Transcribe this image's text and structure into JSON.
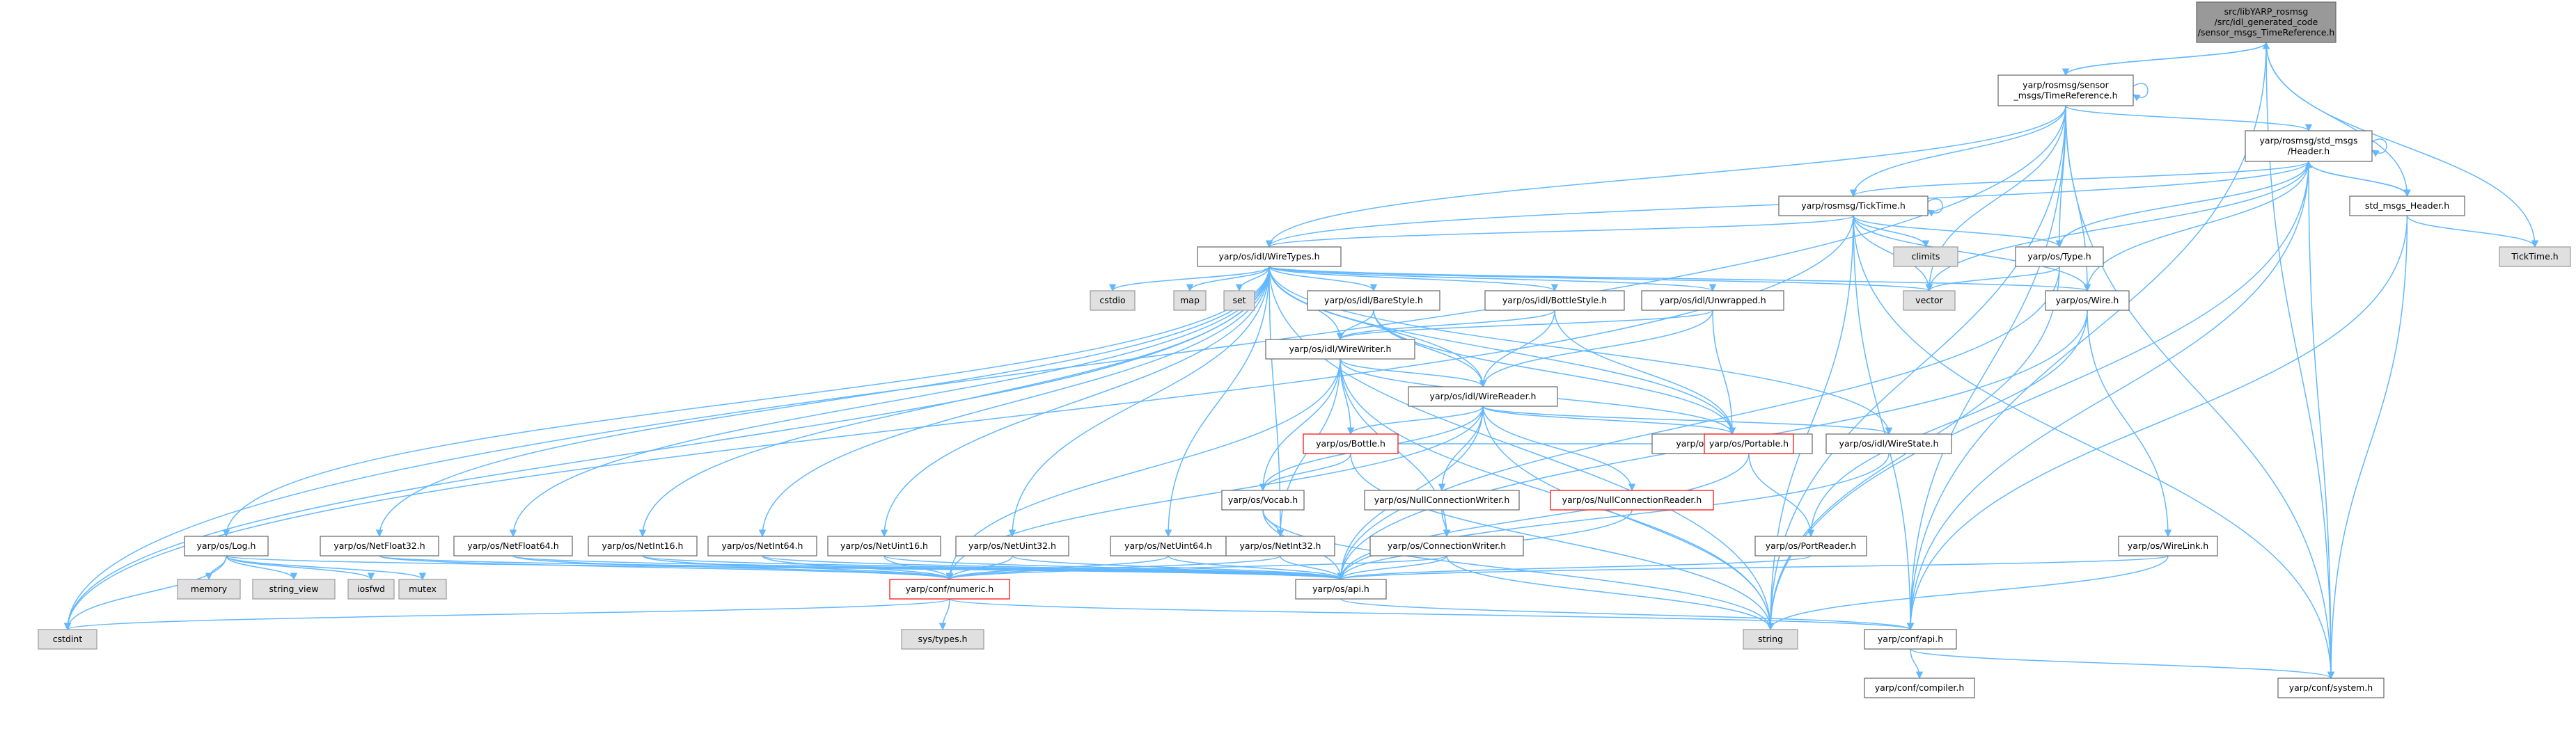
{
  "colors": {
    "edge": "#63b8ff",
    "node_fill": "#ffffff",
    "node_border": "#666666",
    "root_fill": "#999999",
    "root_border": "#666666",
    "system_fill": "#e0e0e0",
    "system_border": "#999999",
    "highlight_border": "#ff0000"
  },
  "nodes": [
    {
      "id": "root",
      "lines": [
        "src/libYARP_rosmsg",
        "/src/idl_generated_code",
        "/sensor_msgs_TimeReference.h"
      ],
      "kind": "root"
    },
    {
      "id": "timeref",
      "lines": [
        "yarp/rosmsg/sensor",
        "_msgs/TimeReference.h"
      ],
      "kind": "normal"
    },
    {
      "id": "header",
      "lines": [
        "yarp/rosmsg/std_msgs",
        "/Header.h"
      ],
      "kind": "normal"
    },
    {
      "id": "ticktime",
      "lines": [
        "yarp/rosmsg/TickTime.h"
      ],
      "kind": "normal"
    },
    {
      "id": "stdmsgshdr",
      "lines": [
        "std_msgs_Header.h"
      ],
      "kind": "normal"
    },
    {
      "id": "ticktimeh",
      "lines": [
        "TickTime.h"
      ],
      "kind": "system"
    },
    {
      "id": "climits",
      "lines": [
        "climits"
      ],
      "kind": "system"
    },
    {
      "id": "type",
      "lines": [
        "yarp/os/Type.h"
      ],
      "kind": "normal"
    },
    {
      "id": "wiretypes",
      "lines": [
        "yarp/os/idl/WireTypes.h"
      ],
      "kind": "normal"
    },
    {
      "id": "cstdio",
      "lines": [
        "cstdio"
      ],
      "kind": "system"
    },
    {
      "id": "map",
      "lines": [
        "map"
      ],
      "kind": "system"
    },
    {
      "id": "set",
      "lines": [
        "set"
      ],
      "kind": "system"
    },
    {
      "id": "barestyle",
      "lines": [
        "yarp/os/idl/BareStyle.h"
      ],
      "kind": "normal"
    },
    {
      "id": "bottlestyle",
      "lines": [
        "yarp/os/idl/BottleStyle.h"
      ],
      "kind": "normal"
    },
    {
      "id": "unwrapped",
      "lines": [
        "yarp/os/idl/Unwrapped.h"
      ],
      "kind": "normal"
    },
    {
      "id": "vector",
      "lines": [
        "vector"
      ],
      "kind": "system"
    },
    {
      "id": "wire",
      "lines": [
        "yarp/os/Wire.h"
      ],
      "kind": "normal"
    },
    {
      "id": "wirewriter",
      "lines": [
        "yarp/os/idl/WireWriter.h"
      ],
      "kind": "normal"
    },
    {
      "id": "wirereader",
      "lines": [
        "yarp/os/idl/WireReader.h"
      ],
      "kind": "normal"
    },
    {
      "id": "bottle",
      "lines": [
        "yarp/os/Bottle.h"
      ],
      "kind": "highlight"
    },
    {
      "id": "wireportable",
      "lines": [
        "yarp/os/idl/WirePortable.h"
      ],
      "kind": "normal"
    },
    {
      "id": "wirestate",
      "lines": [
        "yarp/os/idl/WireState.h"
      ],
      "kind": "normal"
    },
    {
      "id": "vocab",
      "lines": [
        "yarp/os/Vocab.h"
      ],
      "kind": "normal"
    },
    {
      "id": "nullconnwriter",
      "lines": [
        "yarp/os/NullConnectionWriter.h"
      ],
      "kind": "normal"
    },
    {
      "id": "nullconnreader",
      "lines": [
        "yarp/os/NullConnectionReader.h"
      ],
      "kind": "highlight"
    },
    {
      "id": "portable",
      "lines": [
        "yarp/os/Portable.h"
      ],
      "kind": "highlight"
    },
    {
      "id": "log",
      "lines": [
        "yarp/os/Log.h"
      ],
      "kind": "normal"
    },
    {
      "id": "netfloat32",
      "lines": [
        "yarp/os/NetFloat32.h"
      ],
      "kind": "normal"
    },
    {
      "id": "netfloat64",
      "lines": [
        "yarp/os/NetFloat64.h"
      ],
      "kind": "normal"
    },
    {
      "id": "netint16",
      "lines": [
        "yarp/os/NetInt16.h"
      ],
      "kind": "normal"
    },
    {
      "id": "netint64",
      "lines": [
        "yarp/os/NetInt64.h"
      ],
      "kind": "normal"
    },
    {
      "id": "netuint16",
      "lines": [
        "yarp/os/NetUint16.h"
      ],
      "kind": "normal"
    },
    {
      "id": "netuint32",
      "lines": [
        "yarp/os/NetUint32.h"
      ],
      "kind": "normal"
    },
    {
      "id": "netuint64",
      "lines": [
        "yarp/os/NetUint64.h"
      ],
      "kind": "normal"
    },
    {
      "id": "netint32",
      "lines": [
        "yarp/os/NetInt32.h"
      ],
      "kind": "normal"
    },
    {
      "id": "connwriter",
      "lines": [
        "yarp/os/ConnectionWriter.h"
      ],
      "kind": "normal"
    },
    {
      "id": "portreader",
      "lines": [
        "yarp/os/PortReader.h"
      ],
      "kind": "normal"
    },
    {
      "id": "wirelink",
      "lines": [
        "yarp/os/WireLink.h"
      ],
      "kind": "normal"
    },
    {
      "id": "memory",
      "lines": [
        "memory"
      ],
      "kind": "system"
    },
    {
      "id": "string_view",
      "lines": [
        "string_view"
      ],
      "kind": "system"
    },
    {
      "id": "iosfwd",
      "lines": [
        "iosfwd"
      ],
      "kind": "system"
    },
    {
      "id": "mutex",
      "lines": [
        "mutex"
      ],
      "kind": "system"
    },
    {
      "id": "numeric",
      "lines": [
        "yarp/conf/numeric.h"
      ],
      "kind": "highlight"
    },
    {
      "id": "osapi",
      "lines": [
        "yarp/os/api.h"
      ],
      "kind": "normal"
    },
    {
      "id": "string",
      "lines": [
        "string"
      ],
      "kind": "system"
    },
    {
      "id": "cstdint",
      "lines": [
        "cstdint"
      ],
      "kind": "system"
    },
    {
      "id": "systypes",
      "lines": [
        "sys/types.h"
      ],
      "kind": "system"
    },
    {
      "id": "confapi",
      "lines": [
        "yarp/conf/api.h"
      ],
      "kind": "normal"
    },
    {
      "id": "confsystem",
      "lines": [
        "yarp/conf/system.h"
      ],
      "kind": "normal"
    },
    {
      "id": "confcompiler",
      "lines": [
        "yarp/conf/compiler.h"
      ],
      "kind": "normal"
    }
  ],
  "edges": [
    [
      "root",
      "timeref"
    ],
    [
      "root",
      "stdmsgshdr"
    ],
    [
      "root",
      "ticktimeh"
    ],
    [
      "root",
      "confsystem"
    ],
    [
      "root",
      "confapi"
    ],
    [
      "timeref",
      "root"
    ],
    [
      "timeref",
      "timeref"
    ],
    [
      "timeref",
      "header"
    ],
    [
      "timeref",
      "ticktime"
    ],
    [
      "timeref",
      "type"
    ],
    [
      "timeref",
      "wiretypes"
    ],
    [
      "timeref",
      "vector"
    ],
    [
      "timeref",
      "wire"
    ],
    [
      "timeref",
      "string"
    ],
    [
      "timeref",
      "cstdint"
    ],
    [
      "timeref",
      "confsystem"
    ],
    [
      "timeref",
      "confapi"
    ],
    [
      "header",
      "header"
    ],
    [
      "header",
      "ticktime"
    ],
    [
      "header",
      "stdmsgshdr"
    ],
    [
      "header",
      "type"
    ],
    [
      "header",
      "wiretypes"
    ],
    [
      "header",
      "vector"
    ],
    [
      "header",
      "wire"
    ],
    [
      "header",
      "string"
    ],
    [
      "header",
      "confsystem"
    ],
    [
      "header",
      "confapi"
    ],
    [
      "stdmsgshdr",
      "header"
    ],
    [
      "stdmsgshdr",
      "ticktimeh"
    ],
    [
      "stdmsgshdr",
      "confsystem"
    ],
    [
      "stdmsgshdr",
      "confapi"
    ],
    [
      "ticktime",
      "ticktime"
    ],
    [
      "ticktime",
      "climits"
    ],
    [
      "ticktime",
      "type"
    ],
    [
      "ticktime",
      "wiretypes"
    ],
    [
      "ticktime",
      "vector"
    ],
    [
      "ticktime",
      "wire"
    ],
    [
      "ticktime",
      "string"
    ],
    [
      "ticktime",
      "cstdint"
    ],
    [
      "ticktime",
      "confsystem"
    ],
    [
      "ticktime",
      "confapi"
    ],
    [
      "type",
      "vector"
    ],
    [
      "type",
      "osapi"
    ],
    [
      "type",
      "string"
    ],
    [
      "wire",
      "portreader"
    ],
    [
      "wire",
      "wirelink"
    ],
    [
      "wire",
      "osapi"
    ],
    [
      "wirelink",
      "osapi"
    ],
    [
      "wirelink",
      "string"
    ],
    [
      "wiretypes",
      "cstdio"
    ],
    [
      "wiretypes",
      "map"
    ],
    [
      "wiretypes",
      "set"
    ],
    [
      "wiretypes",
      "barestyle"
    ],
    [
      "wiretypes",
      "bottlestyle"
    ],
    [
      "wiretypes",
      "unwrapped"
    ],
    [
      "wiretypes",
      "vector"
    ],
    [
      "wiretypes",
      "wire"
    ],
    [
      "wiretypes",
      "wirewriter"
    ],
    [
      "wiretypes",
      "wirereader"
    ],
    [
      "wiretypes",
      "wireportable"
    ],
    [
      "wiretypes",
      "wirestate"
    ],
    [
      "wiretypes",
      "log"
    ],
    [
      "wiretypes",
      "netfloat32"
    ],
    [
      "wiretypes",
      "netfloat64"
    ],
    [
      "wiretypes",
      "netint16"
    ],
    [
      "wiretypes",
      "netint64"
    ],
    [
      "wiretypes",
      "netuint16"
    ],
    [
      "wiretypes",
      "netuint32"
    ],
    [
      "wiretypes",
      "netuint64"
    ],
    [
      "wiretypes",
      "netint32"
    ],
    [
      "wiretypes",
      "string"
    ],
    [
      "wiretypes",
      "cstdint"
    ],
    [
      "barestyle",
      "wirewriter"
    ],
    [
      "barestyle",
      "wirereader"
    ],
    [
      "barestyle",
      "wireportable"
    ],
    [
      "bottlestyle",
      "wirewriter"
    ],
    [
      "bottlestyle",
      "wirereader"
    ],
    [
      "bottlestyle",
      "wireportable"
    ],
    [
      "unwrapped",
      "wirewriter"
    ],
    [
      "unwrapped",
      "wirereader"
    ],
    [
      "unwrapped",
      "wireportable"
    ],
    [
      "wirewriter",
      "wirereader"
    ],
    [
      "wirewriter",
      "wireportable"
    ],
    [
      "wirewriter",
      "bottle"
    ],
    [
      "wirewriter",
      "vocab"
    ],
    [
      "wirewriter",
      "netint32"
    ],
    [
      "wirewriter",
      "connwriter"
    ],
    [
      "wirewriter",
      "numeric"
    ],
    [
      "wirewriter",
      "string"
    ],
    [
      "wirereader",
      "wireportable"
    ],
    [
      "wirereader",
      "wirestate"
    ],
    [
      "wirereader",
      "bottle"
    ],
    [
      "wirereader",
      "vocab"
    ],
    [
      "wirereader",
      "nullconnwriter"
    ],
    [
      "wirereader",
      "nullconnreader"
    ],
    [
      "wirereader",
      "numeric"
    ],
    [
      "wirereader",
      "string"
    ],
    [
      "wirereader",
      "osapi"
    ],
    [
      "wireportable",
      "portable"
    ],
    [
      "wirestate",
      "osapi"
    ],
    [
      "bottle",
      "portable"
    ],
    [
      "bottle",
      "vocab"
    ],
    [
      "bottle",
      "string"
    ],
    [
      "vocab",
      "netint32"
    ],
    [
      "vocab",
      "osapi"
    ],
    [
      "vocab",
      "string"
    ],
    [
      "nullconnwriter",
      "connwriter"
    ],
    [
      "nullconnreader",
      "osapi"
    ],
    [
      "portable",
      "portreader"
    ],
    [
      "portable",
      "osapi"
    ],
    [
      "portreader",
      "osapi"
    ],
    [
      "connwriter",
      "numeric"
    ],
    [
      "connwriter",
      "osapi"
    ],
    [
      "connwriter",
      "string"
    ],
    [
      "log",
      "memory"
    ],
    [
      "log",
      "string_view"
    ],
    [
      "log",
      "iosfwd"
    ],
    [
      "log",
      "mutex"
    ],
    [
      "log",
      "cstdint"
    ],
    [
      "log",
      "osapi"
    ],
    [
      "netfloat32",
      "numeric"
    ],
    [
      "netfloat32",
      "osapi"
    ],
    [
      "netfloat64",
      "numeric"
    ],
    [
      "netfloat64",
      "osapi"
    ],
    [
      "netint16",
      "numeric"
    ],
    [
      "netint16",
      "osapi"
    ],
    [
      "netint64",
      "numeric"
    ],
    [
      "netint64",
      "osapi"
    ],
    [
      "netuint16",
      "numeric"
    ],
    [
      "netuint16",
      "osapi"
    ],
    [
      "netuint32",
      "numeric"
    ],
    [
      "netuint32",
      "osapi"
    ],
    [
      "netuint64",
      "numeric"
    ],
    [
      "netuint64",
      "osapi"
    ],
    [
      "netint32",
      "numeric"
    ],
    [
      "netint32",
      "osapi"
    ],
    [
      "numeric",
      "cstdint"
    ],
    [
      "numeric",
      "systypes"
    ],
    [
      "numeric",
      "confapi"
    ],
    [
      "osapi",
      "confapi"
    ],
    [
      "confapi",
      "confcompiler"
    ],
    [
      "confapi",
      "confsystem"
    ]
  ]
}
